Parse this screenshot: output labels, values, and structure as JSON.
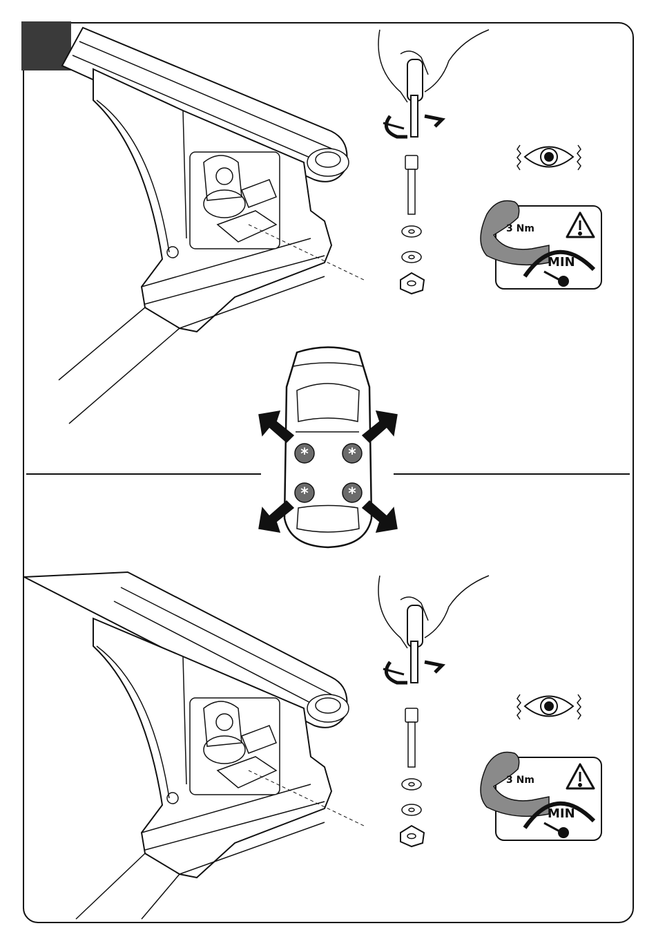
{
  "step": {
    "badge_color": "#3a3a3a"
  },
  "panels": [
    {
      "id": "top",
      "torque": {
        "value_label": "3 Nm",
        "gauge_label": "MIN",
        "warning_icon": "warning-triangle-icon"
      },
      "inspect_icon": "eye-icon"
    },
    {
      "id": "bottom",
      "torque": {
        "value_label": "3 Nm",
        "gauge_label": "MIN",
        "warning_icon": "warning-triangle-icon"
      },
      "inspect_icon": "eye-icon"
    }
  ],
  "car_diagram": {
    "mount_points": 4,
    "marker_glyph": "*",
    "marker_color": "#6b6b6b"
  },
  "colors": {
    "line": "#111111",
    "arm": "#8a8a8a"
  }
}
